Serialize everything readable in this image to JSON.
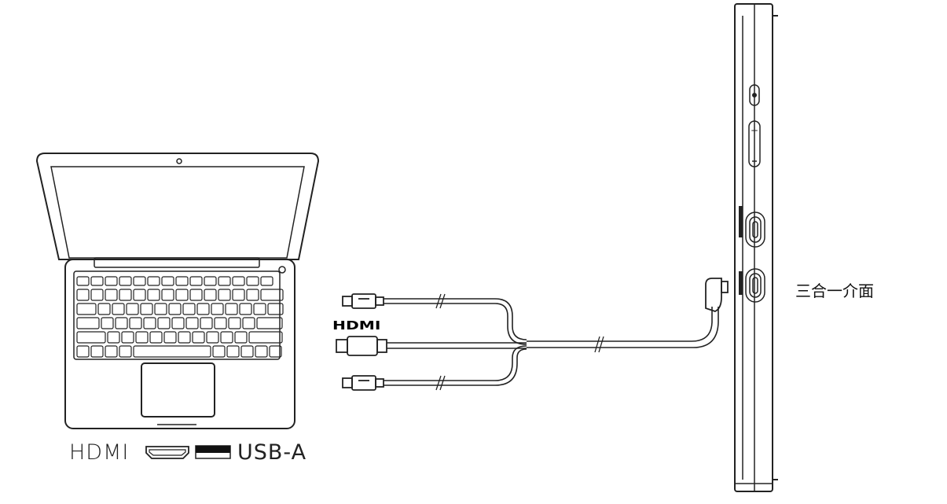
{
  "legend": {
    "hdmi": "HDMI",
    "usb_a": "USB-A"
  },
  "cable": {
    "hdmi_label": "HDMI"
  },
  "device": {
    "port_label": "三合一介面"
  }
}
